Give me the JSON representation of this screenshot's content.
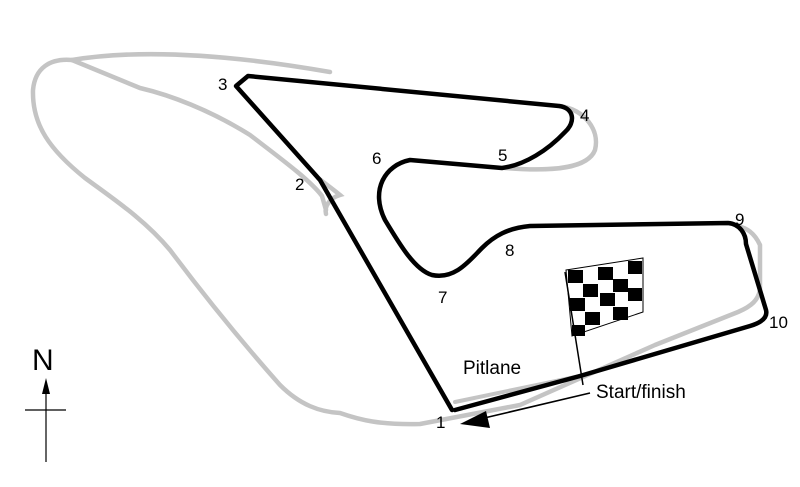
{
  "map": {
    "colors": {
      "track": "#000000",
      "old_layout": "#c4c4c4",
      "background": "#ffffff"
    },
    "corners": [
      "1",
      "2",
      "3",
      "4",
      "5",
      "6",
      "7",
      "8",
      "9",
      "10"
    ],
    "labels": {
      "pitlane": "Pitlane",
      "start_finish": "Start/finish"
    },
    "compass": {
      "label": "N",
      "icon": "north-arrow-icon"
    },
    "flag_icon": "chequered-flag-icon",
    "direction_icon": "direction-arrow-icon"
  }
}
